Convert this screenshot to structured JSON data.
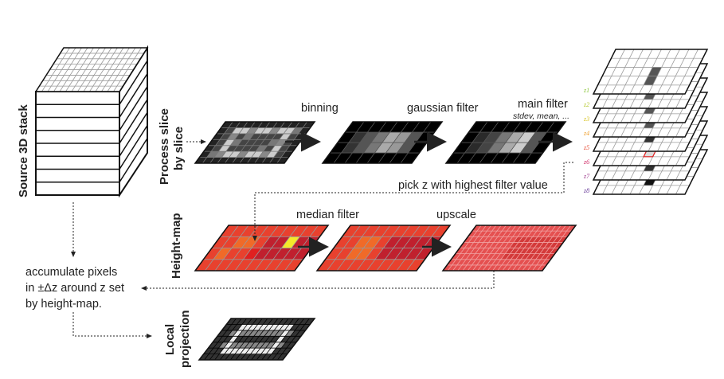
{
  "labels": {
    "source_stack": "Source 3D stack",
    "process_line1": "Process slice",
    "process_line2": "by slice",
    "binning": "binning",
    "gaussian": "gaussian filter",
    "main_filter": "main filter",
    "main_filter_sub": "stdev, mean, ...",
    "pick": "pick z with highest filter value",
    "height_map": "Height-map",
    "median": "median filter",
    "upscale": "upscale",
    "accumulate": [
      "accumulate pixels",
      "in ±Δz around z set",
      "by height-map."
    ],
    "local_line1": "Local",
    "local_line2": "projection"
  },
  "z_labels": [
    "z1",
    "z2",
    "z3",
    "z4",
    "z5",
    "z6",
    "z7",
    "z8"
  ],
  "z_colors": [
    "#8cc63f",
    "#b5c930",
    "#d9c62a",
    "#f0a030",
    "#e8503a",
    "#d0306a",
    "#a04090",
    "#6a3d9a"
  ],
  "colors": {
    "arrow": "#222222",
    "highlight": "#e02020",
    "heat_base": "#e8412e",
    "heat_dark": "#c0202e",
    "heat_orange": "#f06a28",
    "heat_yellow": "#f5e82a"
  }
}
